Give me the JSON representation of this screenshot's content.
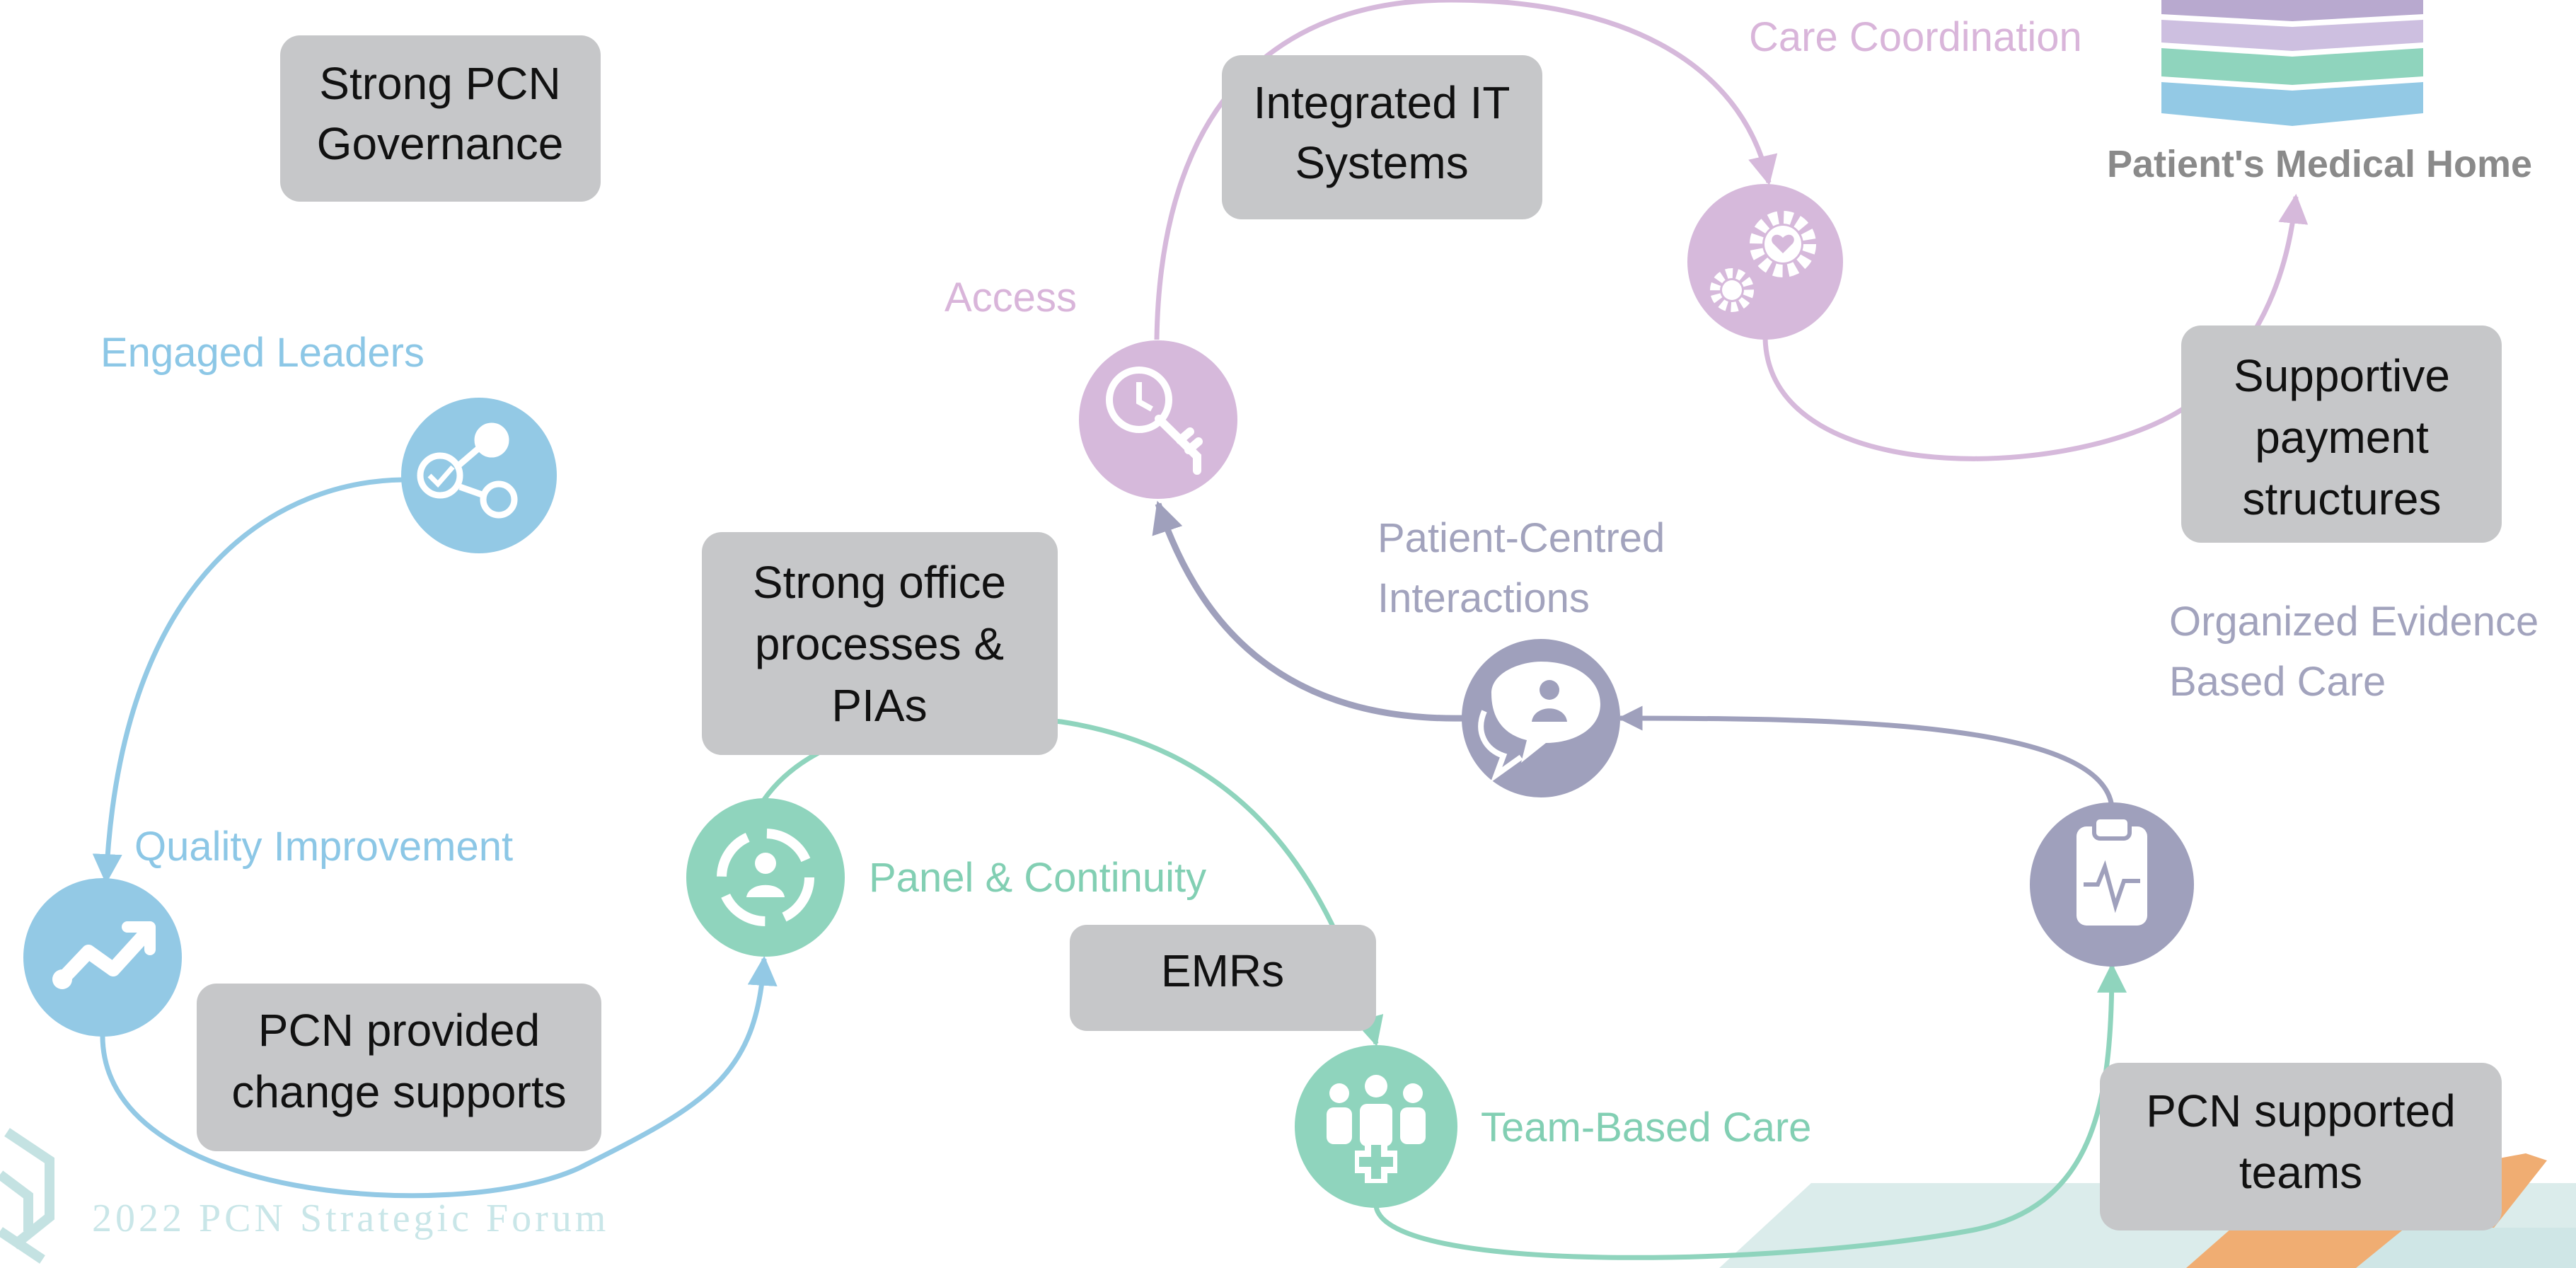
{
  "pillars": {
    "engaged_leaders": "Engaged Leaders",
    "quality_improvement": "Quality Improvement",
    "panel_continuity": "Panel & Continuity",
    "team_based_care": "Team-Based Care",
    "access": "Access",
    "care_coordination": "Care Coordination",
    "patient_centred": [
      "Patient-Centred",
      "Interactions"
    ],
    "organized_evidence": [
      "Organized Evidence",
      "Based Care"
    ]
  },
  "enablers": {
    "governance": [
      "Strong PCN",
      "Governance"
    ],
    "it_systems": [
      "Integrated IT",
      "Systems"
    ],
    "payment": [
      "Supportive",
      "payment",
      "structures"
    ],
    "office_processes": [
      "Strong office",
      "processes &",
      "PIAs"
    ],
    "emrs": [
      "EMRs"
    ],
    "change_supports": [
      "PCN provided",
      "change supports"
    ],
    "supported_teams": [
      "PCN supported",
      "teams"
    ]
  },
  "logo": {
    "label": "Patient's Medical Home"
  },
  "footer": {
    "text": "2022 PCN Strategic Forum"
  },
  "icons": {
    "engaged_leaders": "share-check-icon",
    "quality_improvement": "trending-up-icon",
    "panel_continuity": "person-cycle-icon",
    "team_based_care": "team-medical-icon",
    "access": "clock-key-icon",
    "care_coordination": "gears-heart-icon",
    "patient_centred": "chat-person-icon",
    "organized_evidence": "clipboard-pulse-icon"
  },
  "colors": {
    "blue": "#93c9e5",
    "blue_text": "#8cc7e6",
    "green": "#8fd4bd",
    "green_text": "#82cfb3",
    "purple": "#d6b9db",
    "purple_text": "#d9b5da",
    "slate": "#9fa0bc",
    "slate_text": "#a2a3bd",
    "box_fill": "#c6c7c9",
    "orange": "#f0ad72",
    "teal_band": "#dbeceb"
  }
}
